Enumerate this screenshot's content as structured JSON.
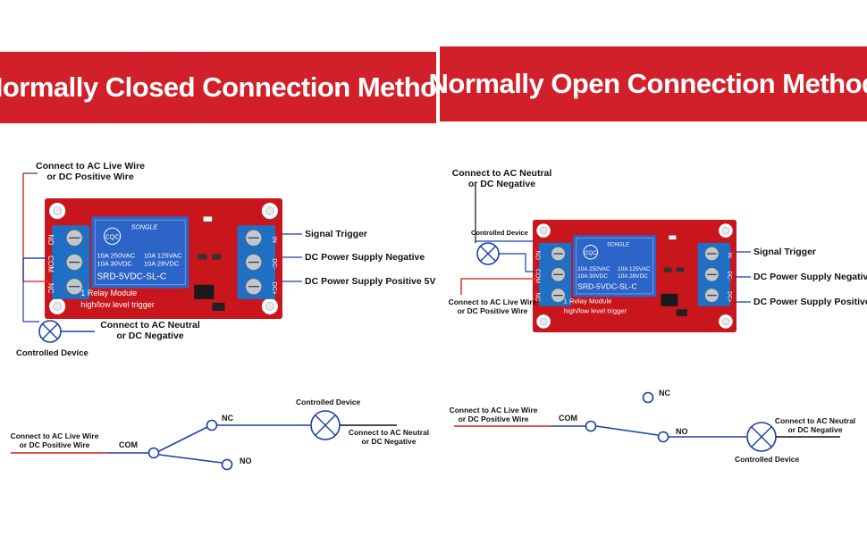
{
  "banners": {
    "left": "Normally Closed Connection Method",
    "right": "Normally Open Connection Method"
  },
  "colors": {
    "banner": "#d1202a",
    "live_wire": "#e53935",
    "signal_wire": "#1b3fa6",
    "board": "#c9151c",
    "terminal": "#1f6fc4"
  },
  "module": {
    "brand": "SONGLE",
    "model": "SRD-5VDC-SL-C",
    "ratings": [
      "10A 250VAC",
      "10A 30VDC",
      "10A 125VAC",
      "10A 28VDC"
    ],
    "line1": "1 Relay  Module",
    "line2": "high/low level trigger",
    "left_pins": [
      "NO",
      "COM",
      "NC"
    ],
    "right_pins": [
      "IN",
      "DC-",
      "DC+"
    ],
    "cert": "CQC"
  },
  "left": {
    "live_label": [
      "Connect to AC Live Wire",
      "or DC Positive Wire"
    ],
    "signal_trigger": "Signal Trigger",
    "dc_negative": "DC Power Supply Negative",
    "dc_positive": "DC Power Supply Positive 5V",
    "neutral_label": [
      "Connect to AC Neutral",
      "or DC Negative"
    ],
    "device_label": "Controlled Device",
    "sch": {
      "live_label": [
        "Connect to AC Live Wire",
        "or DC Positive Wire"
      ],
      "com": "COM",
      "nc": "NC",
      "no": "NO",
      "device_label": "Controlled Device",
      "neutral_label": [
        "Connect to AC Neutral",
        "or DC Negative"
      ]
    }
  },
  "right": {
    "neutral_label": [
      "Connect to AC Neutral",
      "or DC Negative"
    ],
    "device_label": "Controlled Device",
    "live_label": [
      "Connect to AC Live Wire",
      "or DC Positive Wire"
    ],
    "signal_trigger": "Signal Trigger",
    "dc_negative": "DC Power Supply Negative",
    "dc_positive": "DC Power Supply Positive",
    "sch": {
      "live_label": [
        "Connect to AC Live Wire",
        "or DC Positive Wire"
      ],
      "com": "COM",
      "nc": "NC",
      "no": "NO",
      "device_label": "Controlled Device",
      "neutral_label": [
        "Connect to AC Neutral",
        "or DC Negative"
      ]
    }
  }
}
